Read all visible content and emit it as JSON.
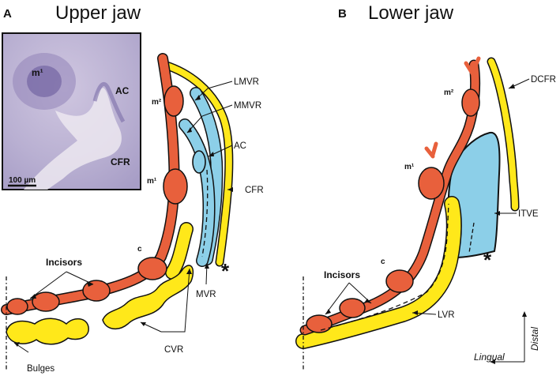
{
  "panel_a": {
    "letter": "A",
    "title": "Upper jaw",
    "inset": {
      "labels": {
        "m1": "m¹",
        "ac": "AC",
        "cfr": "CFR"
      },
      "scale_bar": "100 µm"
    },
    "teeth": {
      "m2": "m²",
      "m1": "m¹",
      "c": "c"
    },
    "labels": {
      "lmvr": "LMVR",
      "mmvr": "MMVR",
      "ac": "AC",
      "cfr": "CFR",
      "mvr": "MVR",
      "cvr": "CVR",
      "incisors": "Incisors",
      "bulges": "Bulges"
    },
    "asterisk": "*"
  },
  "panel_b": {
    "letter": "B",
    "title": "Lower jaw",
    "teeth": {
      "m2": "m²",
      "m1": "m¹",
      "c": "c"
    },
    "labels": {
      "dcfr": "DCFR",
      "itve": "ITVE",
      "lvr": "LVR",
      "incisors": "Incisors"
    },
    "asterisk": "*",
    "orientation": {
      "distal": "Distal",
      "lingual": "Lingual"
    }
  },
  "colors": {
    "dental": "#e8603c",
    "vestibular": "#ffe81a",
    "accessory": "#8ccfe8",
    "outline": "#111111",
    "histology": "#b8aed0"
  }
}
